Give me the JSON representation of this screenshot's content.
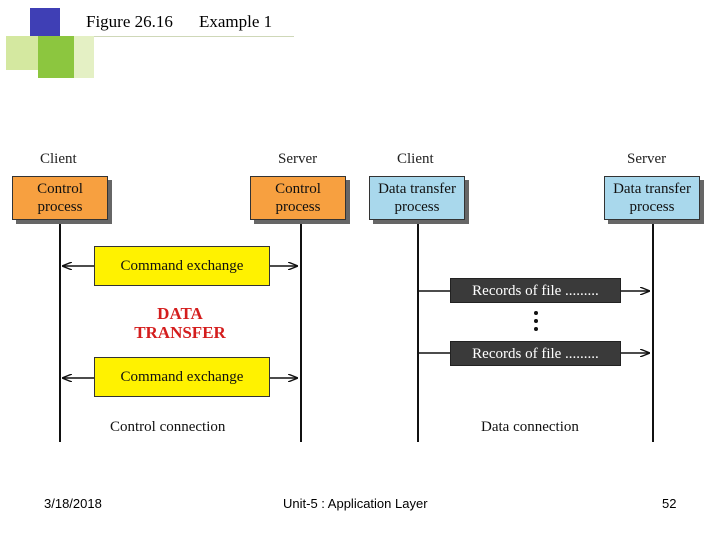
{
  "slide": {
    "figure_label": "Figure 26.16",
    "figure_caption": "Example 1",
    "footer_date": "3/18/2018",
    "footer_center": "Unit-5 : Application Layer",
    "footer_page": "52"
  },
  "diagram": {
    "control_side": {
      "client_label": "Client",
      "server_label": "Server",
      "client_box": "Control\nprocess",
      "server_box": "Control\nprocess",
      "command_top": "Command exchange",
      "command_bottom": "Command exchange",
      "data_transfer": "DATA\nTRANSFER",
      "connection_label": "Control connection"
    },
    "data_side": {
      "client_label": "Client",
      "server_label": "Server",
      "client_box": "Data transfer\nprocess",
      "server_box": "Data transfer\nprocess",
      "record_top": "Records of file .........",
      "record_bottom": "Records of file .........",
      "connection_label": "Data connection"
    }
  },
  "colors": {
    "control_box": "#f7a040",
    "data_box": "#a9d8ec",
    "command_box": "#fff200",
    "record_box": "#3a3a3a",
    "data_transfer_text": "#d41d1d"
  }
}
